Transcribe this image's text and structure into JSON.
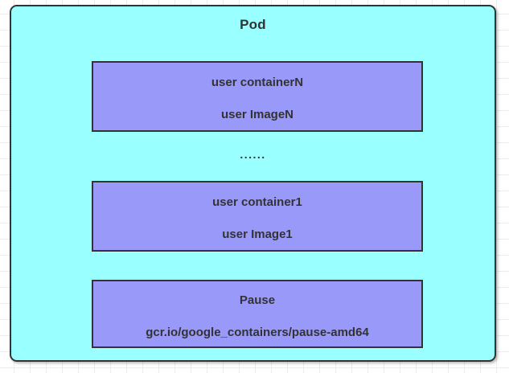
{
  "pod": {
    "title": "Pod",
    "ellipsis": "......",
    "containers": [
      {
        "name": "user containerN",
        "image": "user ImageN"
      },
      {
        "name": "user container1",
        "image": "user Image1"
      },
      {
        "name": "Pause",
        "image": "gcr.io/google_containers/pause-amd64"
      }
    ]
  },
  "colors": {
    "pod_fill": "#99FFFF",
    "container_fill": "#9999FA",
    "border": "#333333",
    "text": "#333333",
    "canvas_bg": "#FFFFFF",
    "grid_line": "#ECECEC"
  }
}
